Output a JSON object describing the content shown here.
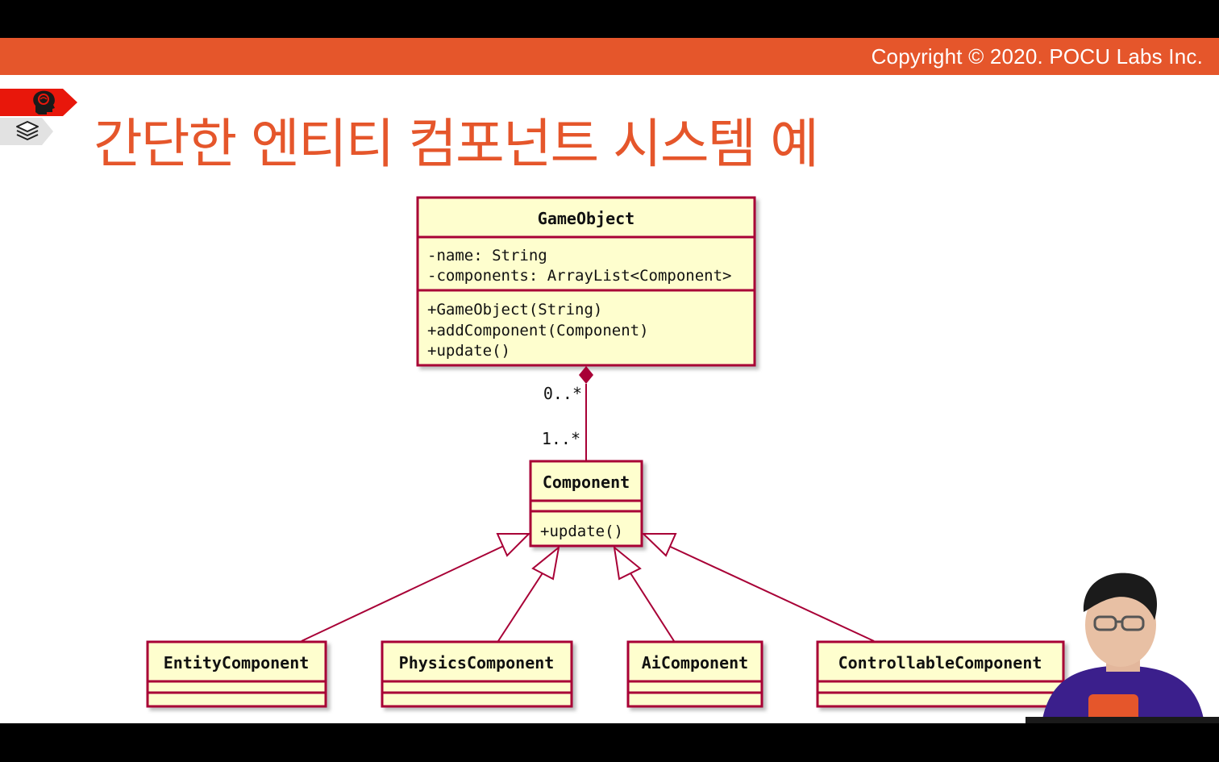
{
  "header": {
    "copyright": "Copyright © 2020. POCU Labs Inc."
  },
  "slide": {
    "title": "간단한 엔티티 컴포넌트 시스템 예"
  },
  "icons": {
    "topic": "brain-head-icon",
    "section": "layers-stack-icon"
  },
  "diagram": {
    "game_object": {
      "name": "GameObject",
      "attributes": [
        "-name: String",
        "-components: ArrayList<Component>"
      ],
      "methods": [
        "+GameObject(String)",
        "+addComponent(Component)",
        "+update()"
      ]
    },
    "composition": {
      "owner_multiplicity": "0..*",
      "part_multiplicity": "1..*"
    },
    "component": {
      "name": "Component",
      "methods": [
        "+update()"
      ]
    },
    "subclasses": [
      "EntityComponent",
      "PhysicsComponent",
      "AiComponent",
      "ControllableComponent"
    ]
  },
  "colors": {
    "accent": "#e5562b",
    "class_fill": "#fefece",
    "class_border": "#a80036"
  }
}
